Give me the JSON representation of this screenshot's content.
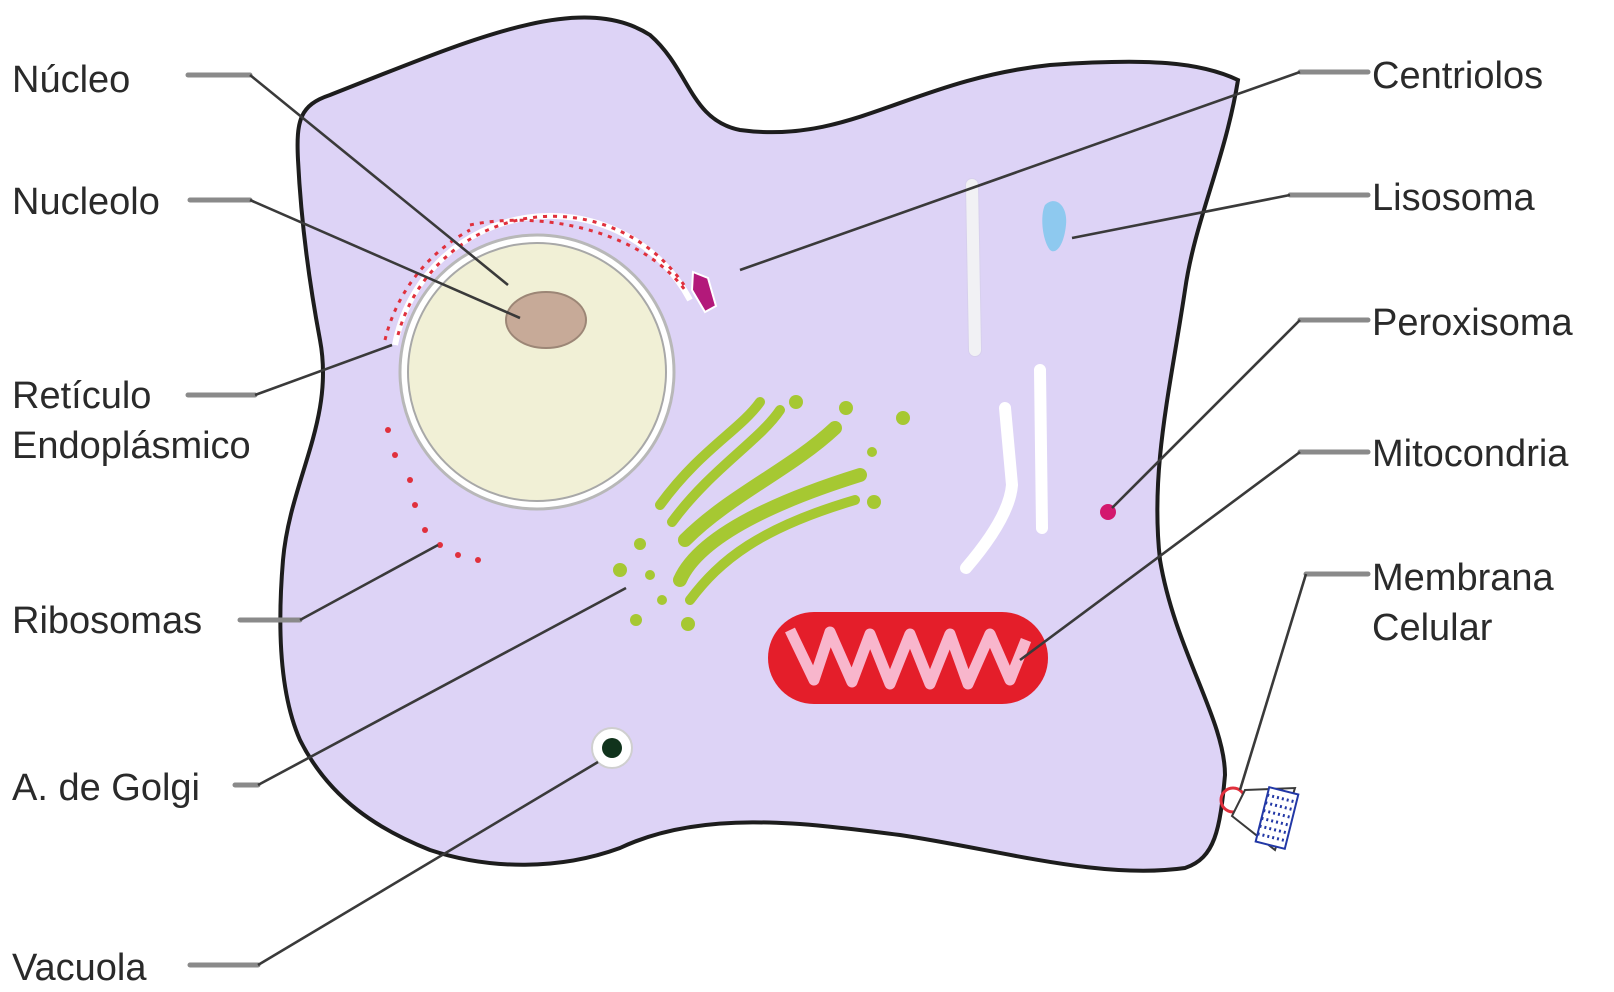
{
  "labels": {
    "nucleo": "Núcleo",
    "nucleolo": "Nucleolo",
    "reticulo_1": "Retículo",
    "reticulo_2": "Endoplásmico",
    "ribosomas": "Ribosomas",
    "golgi": "A. de Golgi",
    "vacuola": "Vacuola",
    "centriolos": "Centriolos",
    "lisosoma": "Lisosoma",
    "peroxisoma": "Peroxisoma",
    "mitocondria": "Mitocondria",
    "membrana_1": "Membrana",
    "membrana_2": "Celular"
  },
  "colors": {
    "cytoplasm": "#ddd3f6",
    "nucleus": "#f1f0d6",
    "nucleolus": "#c7aa98",
    "golgi": "#a6c832",
    "mitochondria": "#e41e2a",
    "mitochondria_cristae": "#f8b6cc",
    "lysosome": "#8ec9ef",
    "peroxisome": "#d3186e",
    "centrioles": "#b3197a",
    "ribosomes": "#e0303c",
    "vacuole": "#10331c"
  }
}
